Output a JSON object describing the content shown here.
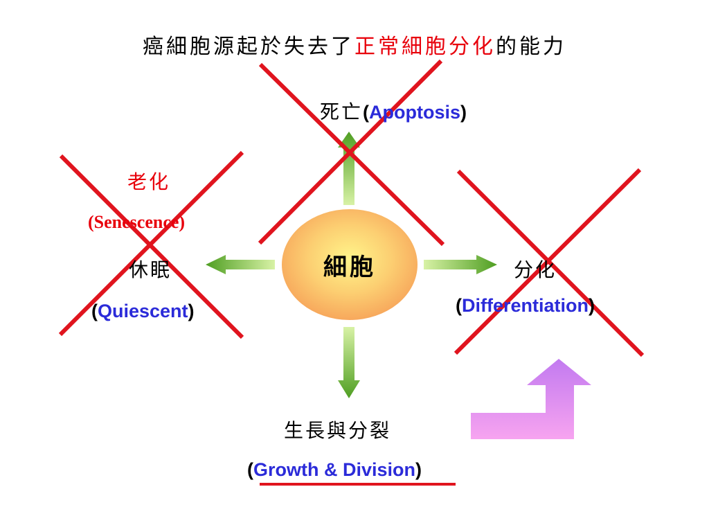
{
  "title": {
    "part1": "癌細胞源起於失去了",
    "highlight": "正常細胞分化",
    "part2": "的能力"
  },
  "center": {
    "label": "細胞"
  },
  "up": {
    "zh": "死亡",
    "open": "(",
    "en": "Apoptosis",
    "close": ")"
  },
  "left_top": {
    "zh": "老化",
    "en": "(Senescence)"
  },
  "left": {
    "zh": "休眠",
    "open": "(",
    "en": "Quiescent",
    "close": ")"
  },
  "right": {
    "zh": "分化",
    "open": "(",
    "en": "Differentiation",
    "close": ")"
  },
  "down": {
    "zh": "生長與分裂",
    "open": "(",
    "en": "Growth & Division",
    "close": ")"
  },
  "colors": {
    "cross": "#e0141e",
    "arrow_green": "#5fae2b",
    "arrow_green_light": "#d8f2a6",
    "cell_center": "#fff58a",
    "cell_edge": "#f7a85c",
    "blue_text": "#2b2bd9",
    "red_text": "#e8000b",
    "bent_arrow_top": "#c27af0",
    "bent_arrow_bottom": "#f7a4f0"
  }
}
